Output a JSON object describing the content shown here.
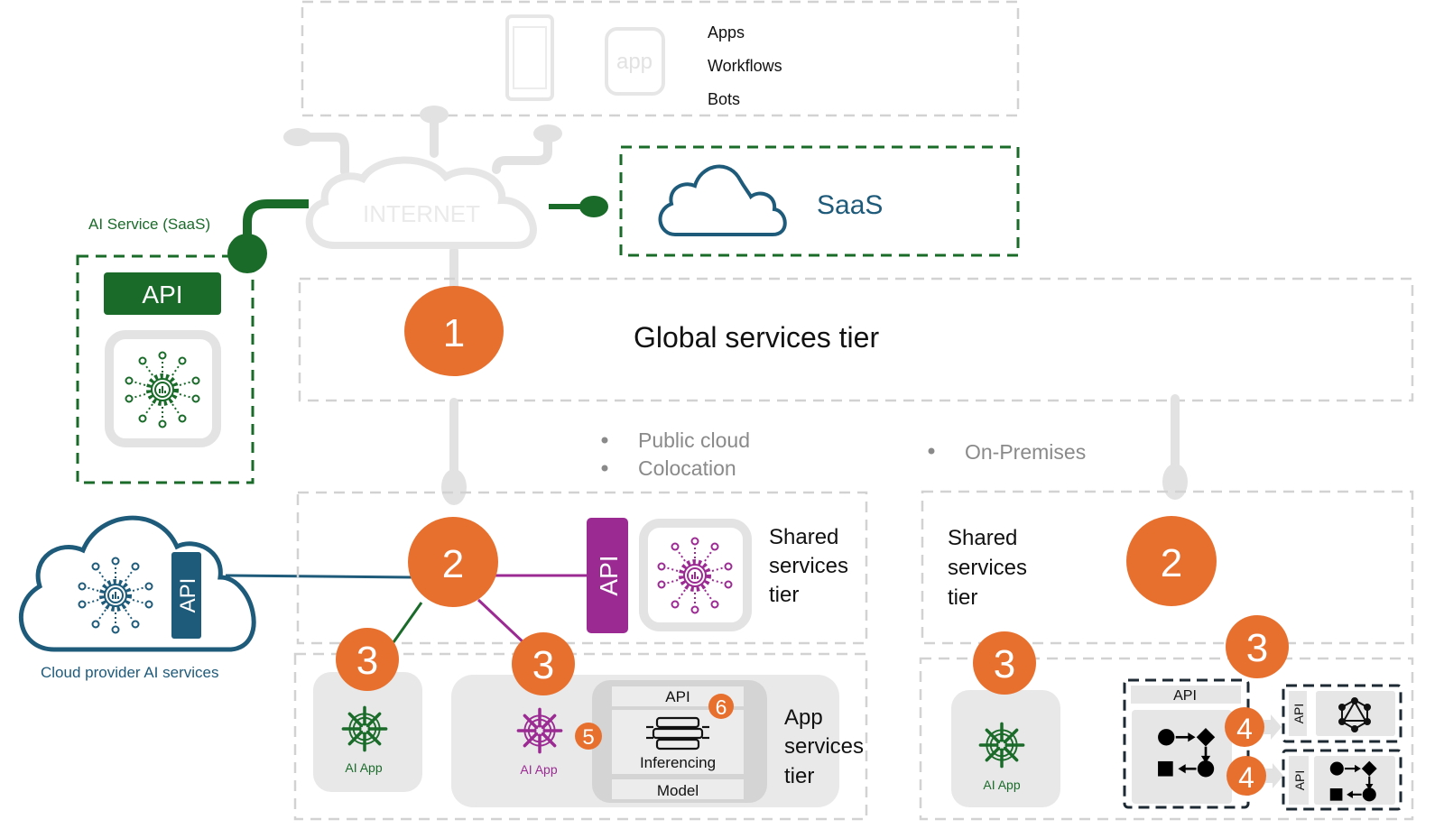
{
  "colors": {
    "accent_orange": "#e8702f",
    "green": "#1a6b2a",
    "blue": "#1e5a7a",
    "purple": "#9b2b93",
    "gray_line": "#e2e2e2"
  },
  "top": {
    "items": [
      "Apps",
      "Workflows",
      "Bots"
    ],
    "app_icon_label": "app",
    "icons": [
      "phone-icon",
      "app-icon"
    ]
  },
  "internet": {
    "label": "INTERNET"
  },
  "saas": {
    "label": "SaaS",
    "icon": "cloud-icon"
  },
  "ai_service_saas": {
    "title": "AI Service (SaaS)",
    "api_label": "API",
    "icon": "ai-hub-icon"
  },
  "global_tier": {
    "badge": "1",
    "label": "Global services tier"
  },
  "locations": {
    "left": [
      "Public cloud",
      "Colocation"
    ],
    "right": [
      "On-Premises"
    ]
  },
  "cloud_provider": {
    "label": "Cloud provider AI services",
    "api_label": "API",
    "icon": "ai-hub-icon"
  },
  "shared_left": {
    "badge": "2",
    "api_label": "API",
    "label_lines": [
      "Shared",
      "services",
      "tier"
    ]
  },
  "shared_right": {
    "badge": "2",
    "label_lines": [
      "Shared",
      "services",
      "tier"
    ]
  },
  "app_left": {
    "label_lines": [
      "App",
      "services",
      "tier"
    ],
    "ai_app_1": {
      "badge": "3",
      "label": "AI App"
    },
    "ai_app_2": {
      "badge": "3",
      "label": "AI App",
      "badge_inference": "5"
    },
    "model_stack": {
      "api": "API",
      "inferencing": "Inferencing",
      "model": "Model",
      "badge": "6"
    }
  },
  "app_right": {
    "ai_app": {
      "badge": "3",
      "label": "AI App"
    },
    "workflow": {
      "badge": "3",
      "api": "API",
      "badges": [
        "4",
        "4"
      ]
    },
    "graph_service": {
      "api": "API",
      "icon": "graphql-icon"
    },
    "workflow_service": {
      "api": "API",
      "icon": "workflow-icon"
    }
  }
}
